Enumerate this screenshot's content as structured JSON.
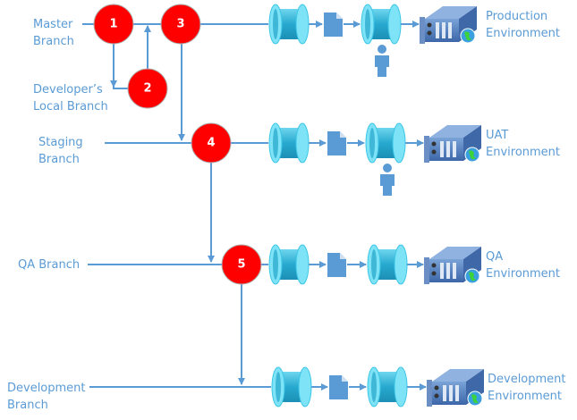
{
  "colors": {
    "line": "#5b9bd5",
    "text": "#5b9bd5",
    "node": "#ff0000",
    "pipe": "#2fb3d6",
    "server": "#4a78b8"
  },
  "branches": [
    {
      "lines": [
        "Master",
        "Branch"
      ]
    },
    {
      "lines": [
        "Developer’s",
        "Local Branch"
      ]
    },
    {
      "lines": [
        "Staging",
        "Branch"
      ]
    },
    {
      "lines": [
        "QA Branch"
      ]
    },
    {
      "lines": [
        "Development",
        "Branch"
      ]
    }
  ],
  "nodes": [
    "1",
    "2",
    "3",
    "4",
    "5"
  ],
  "environments": [
    {
      "lines": [
        "Production",
        "Environment"
      ],
      "approval": true
    },
    {
      "lines": [
        "UAT",
        "Environment"
      ],
      "approval": true
    },
    {
      "lines": [
        "QA",
        "Environment"
      ],
      "approval": false
    },
    {
      "lines": [
        "Development",
        "Environment"
      ],
      "approval": false
    }
  ],
  "icons": {
    "pipeline": "pipe-icon",
    "artifact": "document-icon",
    "approver": "person-icon",
    "server": "server-globe-icon"
  }
}
